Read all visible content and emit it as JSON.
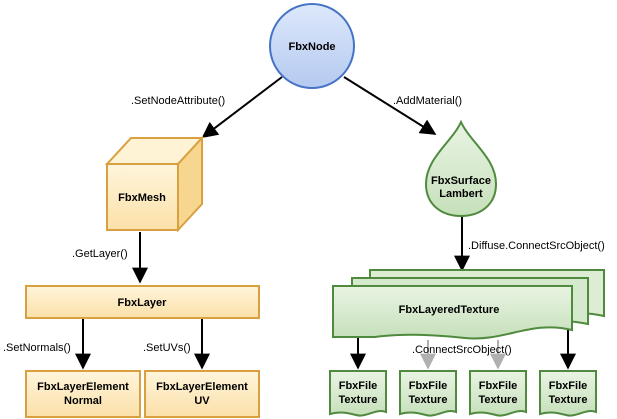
{
  "nodes": {
    "fbx_node": "FbxNode",
    "fbx_mesh": "FbxMesh",
    "fbx_surface_line1": "FbxSurface",
    "fbx_surface_line2": "Lambert",
    "fbx_layer": "FbxLayer",
    "fbx_layered_texture": "FbxLayeredTexture",
    "layer_element_normal_line1": "FbxLayerElement",
    "layer_element_normal_line2": "Normal",
    "layer_element_uv_line1": "FbxLayerElement",
    "layer_element_uv_line2": "UV",
    "file_texture_line1": "FbxFile",
    "file_texture_line2": "Texture"
  },
  "edges": {
    "set_node_attribute": ".SetNodeAttribute()",
    "add_material": ".AddMaterial()",
    "get_layer": ".GetLayer()",
    "diffuse_connect": ".Diffuse.ConnectSrcObject()",
    "set_normals": ".SetNormals()",
    "set_uvs": ".SetUVs()",
    "connect_src_object": ".ConnectSrcObject()"
  },
  "colors": {
    "node_fill": "#c5d7f5",
    "node_stroke": "#4673c8",
    "orange_fill": "#fdeac0",
    "orange_stroke": "#d9a03f",
    "green_fill": "#d7ebcf",
    "green_stroke": "#4f8a3e",
    "arrow": "#000000",
    "arrow_gray": "#b0b0b0"
  }
}
